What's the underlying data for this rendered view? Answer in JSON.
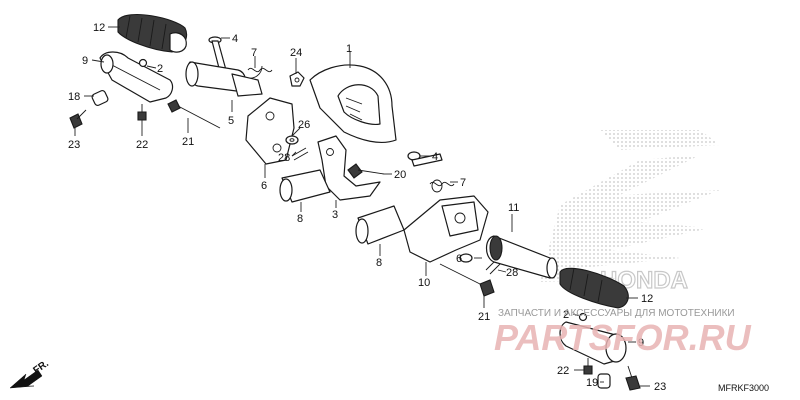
{
  "callouts": {
    "c1": "1",
    "c2a": "2",
    "c2b": "2",
    "c3": "3",
    "c4a": "4",
    "c4b": "4",
    "c5": "5",
    "c6a": "6",
    "c6b": "6",
    "c7a": "7",
    "c7b": "7",
    "c8a": "8",
    "c8b": "8",
    "c9a": "9",
    "c9b": "9",
    "c10": "10",
    "c11": "11",
    "c12a": "12",
    "c12b": "12",
    "c18": "18",
    "c19": "19",
    "c20": "20",
    "c21a": "21",
    "c21b": "21",
    "c22a": "22",
    "c22b": "22",
    "c23a": "23",
    "c23b": "23",
    "c24": "24",
    "c26": "26",
    "c28a": "28",
    "c28b": "28"
  },
  "front_indicator": "FR.",
  "diagram_code": "MFRKF3000",
  "watermark": {
    "caption": "ЗАПЧАСТИ И АКСЕССУАРЫ ДЛЯ МОТОТЕХНИКИ",
    "brand": "PARTSFOR.RU",
    "brand_color": "#e8b3b3",
    "caption_color": "#999999"
  },
  "logo_text": "HONDA",
  "colors": {
    "line": "#1a1a1a",
    "part_dark": "#3a3a3a",
    "dot_logo": "#c8c8c8"
  }
}
